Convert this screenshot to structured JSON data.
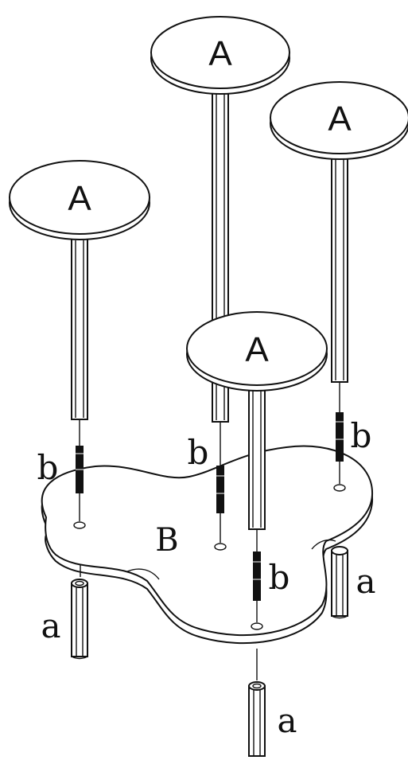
{
  "labels": {
    "top_disc_1": "A",
    "top_disc_2": "A",
    "top_disc_3": "A",
    "top_disc_4": "A",
    "base": "B",
    "screw_1": "b",
    "screw_2": "b",
    "screw_3": "b",
    "screw_4": "b",
    "leg_1": "a",
    "leg_2": "a",
    "leg_3": "a"
  }
}
